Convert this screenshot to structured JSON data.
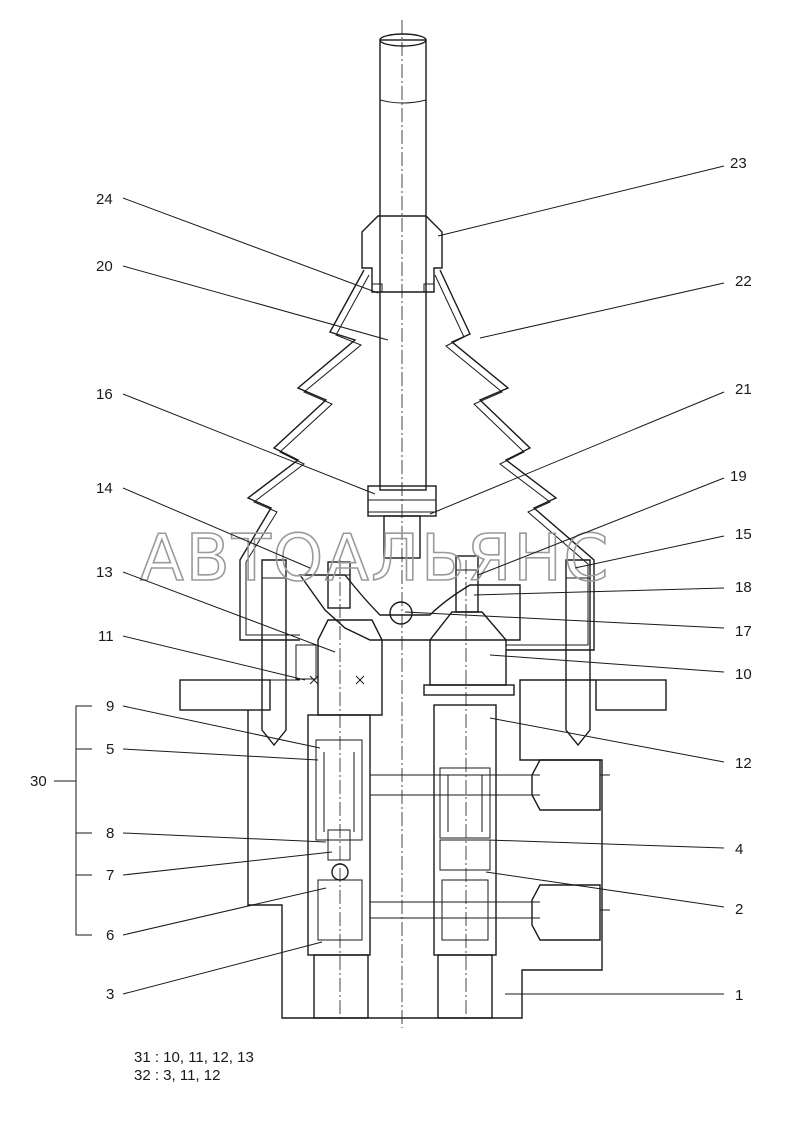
{
  "callouts": {
    "c1": "1",
    "c2": "2",
    "c3": "3",
    "c4": "4",
    "c5": "5",
    "c6": "6",
    "c7": "7",
    "c8": "8",
    "c9": "9",
    "c10": "10",
    "c11": "11",
    "c12": "12",
    "c13": "13",
    "c14": "14",
    "c15": "15",
    "c16": "16",
    "c17": "17",
    "c18": "18",
    "c19": "19",
    "c20": "20",
    "c21": "21",
    "c22": "22",
    "c23": "23",
    "c24": "24",
    "c30": "30"
  },
  "notes": {
    "line1": "31 : 10, 11, 12, 13",
    "line2": "32 : 3, 11, 12"
  },
  "watermark": "АВТОАЛЬЯНС"
}
